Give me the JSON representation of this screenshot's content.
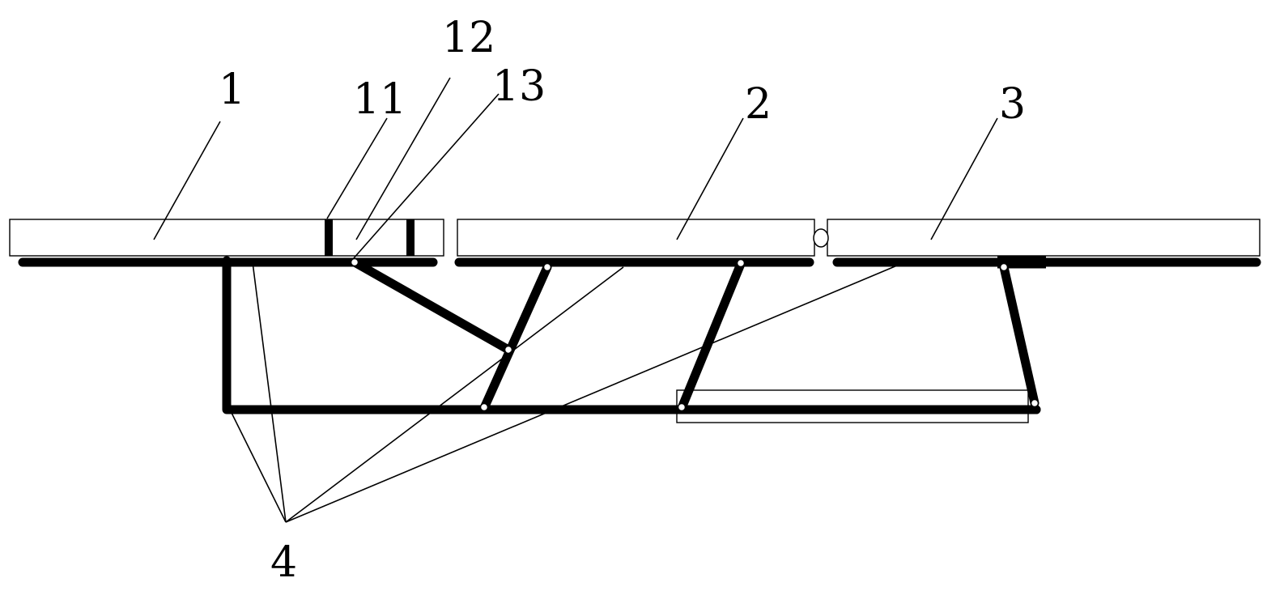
{
  "labels": {
    "part_1": "1",
    "part_2": "2",
    "part_3": "3",
    "part_4": "4",
    "part_11": "11",
    "part_12": "12",
    "part_13": "13"
  }
}
